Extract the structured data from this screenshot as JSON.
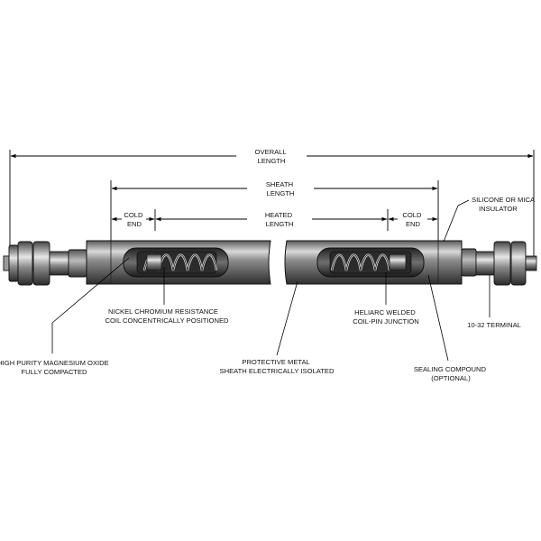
{
  "dimensions": {
    "overall": [
      "OVERALL",
      "LENGTH"
    ],
    "sheath": [
      "SHEATH",
      "LENGTH"
    ],
    "heated": [
      "HEATED",
      "LENGTH"
    ],
    "cold_end_left": [
      "COLD",
      "END"
    ],
    "cold_end_right": [
      "COLD",
      "END"
    ]
  },
  "callouts": {
    "insulator": [
      "SILICONE OR MICA",
      "INSULATOR"
    ],
    "coil": [
      "NICKEL CHROMIUM RESISTANCE",
      "COIL CONCENTRICALLY POSITIONED"
    ],
    "magnesium": [
      "HIGH PURITY MAGNESIUM OXIDE",
      "FULLY COMPACTED"
    ],
    "sheath": [
      "PROTECTIVE METAL",
      "SHEATH ELECTRICALLY ISOLATED"
    ],
    "junction": [
      "HELIARC WELDED",
      "COIL-PIN JUNCTION"
    ],
    "terminal": [
      "10-32 TERMINAL"
    ],
    "sealing": [
      "SEALING COMPOUND",
      "(OPTIONAL)"
    ]
  }
}
